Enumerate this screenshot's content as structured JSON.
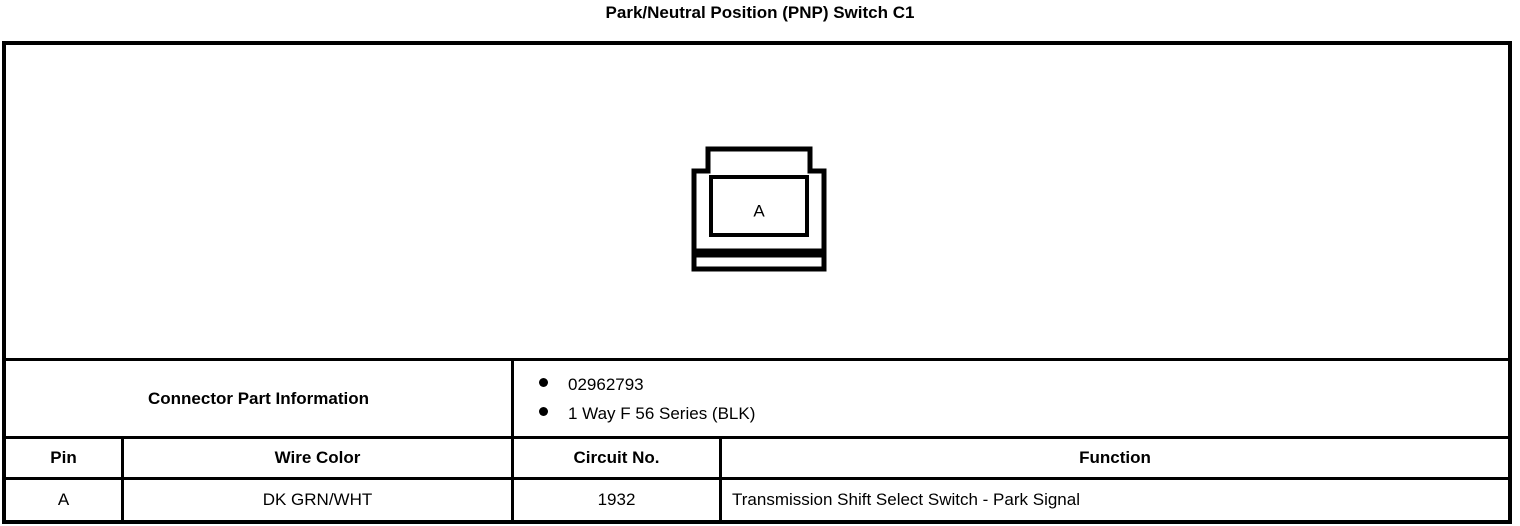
{
  "title": "Park/Neutral Position (PNP) Switch C1",
  "connector": {
    "cavity_label": "A",
    "shape_name": "single-cavity-connector-face",
    "line_color": "#000000"
  },
  "connector_part_information": {
    "label": "Connector Part Information",
    "bullets": [
      "02962793",
      "1 Way F 56 Series (BLK)"
    ]
  },
  "pin_table": {
    "headers": {
      "pin": "Pin",
      "wire_color": "Wire Color",
      "circuit_no": "Circuit No.",
      "function": "Function"
    },
    "rows": [
      {
        "pin": "A",
        "wire_color": "DK GRN/WHT",
        "circuit_no": "1932",
        "function": "Transmission Shift Select Switch - Park Signal"
      }
    ]
  }
}
